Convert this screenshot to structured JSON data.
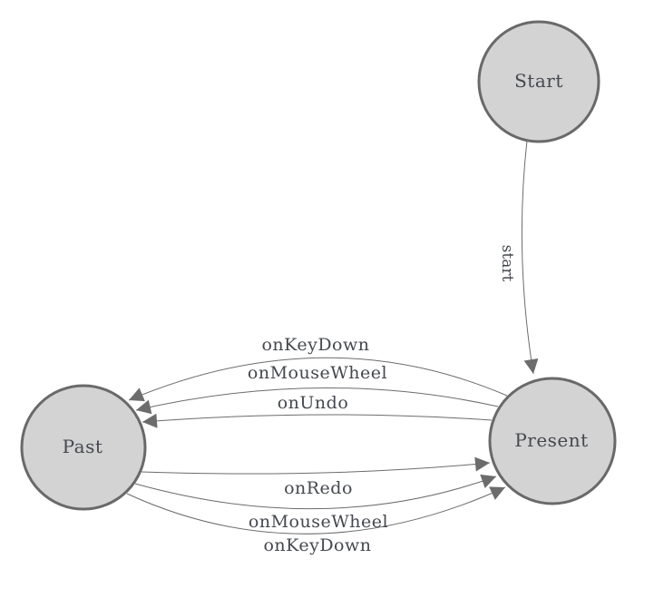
{
  "diagram": {
    "type": "state-machine",
    "colors": {
      "background": "#ffffff",
      "node_fill": "#d3d3d3",
      "node_stroke": "#696969",
      "edge_stroke": "#6c6c6c",
      "arrow_fill": "#6c6c6c",
      "label_color": "#45484e"
    },
    "nodes": [
      {
        "id": "start",
        "label": "Start"
      },
      {
        "id": "past",
        "label": "Past"
      },
      {
        "id": "present",
        "label": "Present"
      }
    ],
    "edges": [
      {
        "from": "start",
        "to": "present",
        "label": "start"
      },
      {
        "from": "present",
        "to": "past",
        "label": "onKeyDown"
      },
      {
        "from": "present",
        "to": "past",
        "label": "onMouseWheel"
      },
      {
        "from": "present",
        "to": "past",
        "label": "onUndo"
      },
      {
        "from": "past",
        "to": "present",
        "label": "onRedo"
      },
      {
        "from": "past",
        "to": "present",
        "label": "onMouseWheel"
      },
      {
        "from": "past",
        "to": "present",
        "label": "onKeyDown"
      }
    ]
  }
}
